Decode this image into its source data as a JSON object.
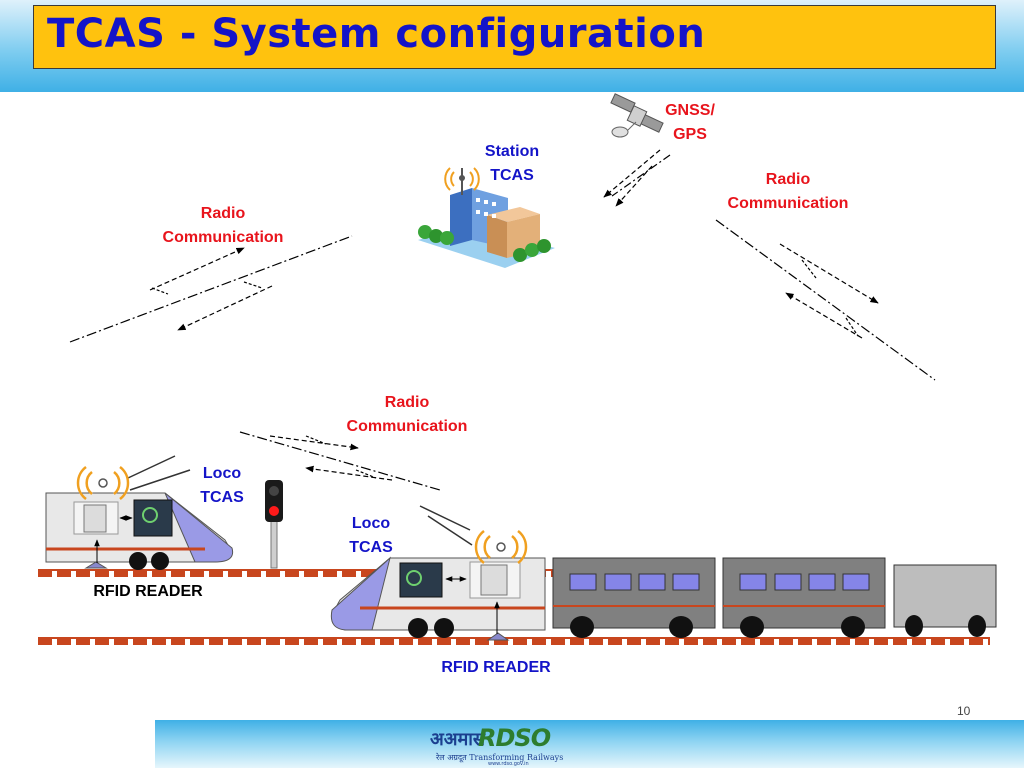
{
  "title": "TCAS - System configuration",
  "labels": {
    "gnss": [
      "GNSS/",
      "GPS"
    ],
    "station": [
      "Station",
      "TCAS"
    ],
    "radio_left": [
      "Radio",
      "Communication"
    ],
    "radio_right": [
      "Radio",
      "Communication"
    ],
    "radio_mid": [
      "Radio",
      "Communication"
    ],
    "loco_left": [
      "Loco",
      "TCAS"
    ],
    "loco_right": [
      "Loco",
      "TCAS"
    ],
    "rfid_left": "RFID READER",
    "rfid_right": "RFID READER"
  },
  "page_number": "10",
  "logo": {
    "hindi": "अअमासं",
    "rds": "RDSO",
    "tagline": "रेल अग्रदूत Transforming Railways",
    "url": "www.rdso.gov.in"
  },
  "colors": {
    "title_blue": "#1414c8",
    "title_bg": "#ffc20e",
    "label_red": "#e8141c",
    "label_blue": "#1414c8",
    "rail": "#c8461e",
    "loco_body": "#e8e8e8",
    "nose": "#9a9ae6",
    "coach": "#808080",
    "window": "#8585e8"
  }
}
